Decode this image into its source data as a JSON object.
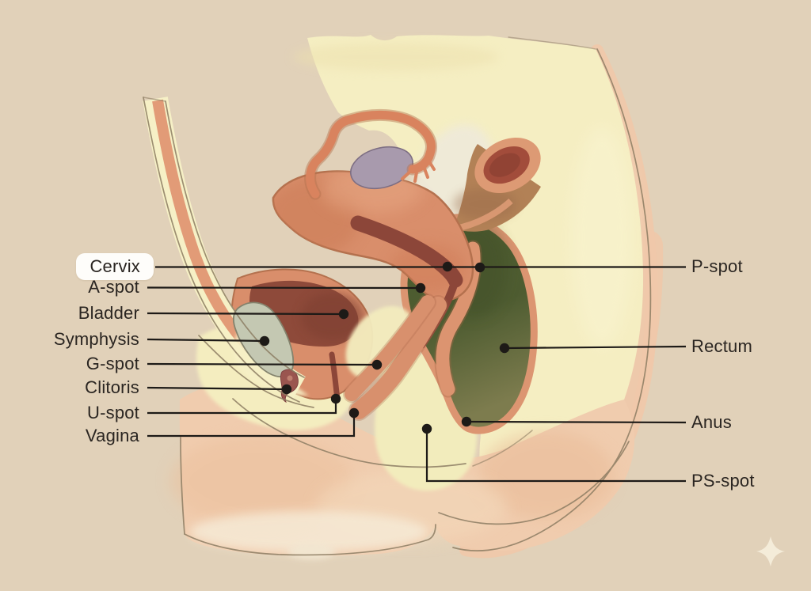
{
  "figure": {
    "kind": "anatomy-infographic",
    "subject": "Female pelvis, sagittal cross-section with pleasure/anatomy points"
  },
  "labels": {
    "left": [
      {
        "id": "cervix",
        "text": "Cervix",
        "highlighted": true
      },
      {
        "id": "a-spot",
        "text": "A-spot",
        "highlighted": false
      },
      {
        "id": "bladder",
        "text": "Bladder",
        "highlighted": false
      },
      {
        "id": "symphysis",
        "text": "Symphysis",
        "highlighted": false
      },
      {
        "id": "g-spot",
        "text": "G-spot",
        "highlighted": false
      },
      {
        "id": "clitoris",
        "text": "Clitoris",
        "highlighted": false
      },
      {
        "id": "u-spot",
        "text": "U-spot",
        "highlighted": false
      },
      {
        "id": "vagina",
        "text": "Vagina",
        "highlighted": false
      }
    ],
    "right": [
      {
        "id": "p-spot",
        "text": "P-spot",
        "highlighted": false
      },
      {
        "id": "rectum",
        "text": "Rectum",
        "highlighted": false
      },
      {
        "id": "anus",
        "text": "Anus",
        "highlighted": false
      },
      {
        "id": "ps-spot",
        "text": "PS-spot",
        "highlighted": false
      }
    ]
  },
  "palette": {
    "background": "#e1d1b9",
    "leader_line": "#1d1a17",
    "label_text": "#2a2521",
    "highlight_pill": "#fefdfa",
    "body_yellow": "#f5eec2",
    "skin_pink": "#f0ccae",
    "organ_salmon": "#d98e6b",
    "cavity_maroon": "#8c4639",
    "rectum_green": "#4e5c31",
    "sigmoid_brown": "#b28156",
    "symphysis_gray": "#c4c8b2",
    "ovary_lavender": "#a89aad",
    "ivory": "#efead9",
    "sparkle": "#f4ecd9"
  },
  "icons": {
    "watermark": "four-point-sparkle"
  }
}
